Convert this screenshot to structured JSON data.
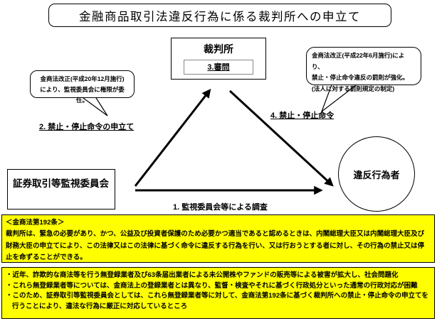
{
  "title": "金融商品取引法違反行為に係る裁判所への申立て",
  "diagram": {
    "court": {
      "label": "裁判所",
      "step": "3.審問"
    },
    "commission": {
      "label": "証券取引等監視委員会"
    },
    "violator": {
      "label": "違反行為者"
    },
    "left_bubble": {
      "text": "金商法改正(平成20年12月施行)\nにより、監視委員会に権限が委任。"
    },
    "right_bubble": {
      "text": "金商法改正(平成22年6月施行)により、\n禁止・停止命令違反の罰則が強化。\n(法人に対する罰則規定の制定)"
    },
    "arrow_labels": {
      "step1": "1. 監視委員会等による調査",
      "step2": "2. 禁止・停止命令の申立て",
      "step4": "4. 禁止・停止命令"
    }
  },
  "law_box": {
    "heading": "＜金商法第192条＞",
    "body": "裁判所は、緊急の必要があり、かつ、公益及び投資者保護のため必要かつ適当であると認めるときは、内閣総理大臣又は内閣総理大臣及び財務大臣の申立てにより、この法律又はこの法律に基づく命令に違反する行為を行い、又は行おうとする者に対し、その行為の禁止又は停止を命ずることができる。"
  },
  "notes_box": {
    "bullets": [
      "・近年、詐欺的な商法等を行う無登録業者及び63条届出業者による未公開株やファンドの販売等による被害が拡大し、社会問題化",
      "・これら無登録業者等については、金商法上の登録業者とは異なり、監督・検査やそれに基づく行政処分といった通常の行政対応が困難",
      "・このため、証券取引等監視委員会としては、これら無登録業者等に対して、金商法第192条に基づく裁判所への禁止・停止命令の申立てを行うことにより、違法な行為に厳正に対応しているところ"
    ]
  },
  "colors": {
    "highlight": "#ffff00",
    "line": "#000000",
    "background": "#ffffff"
  }
}
